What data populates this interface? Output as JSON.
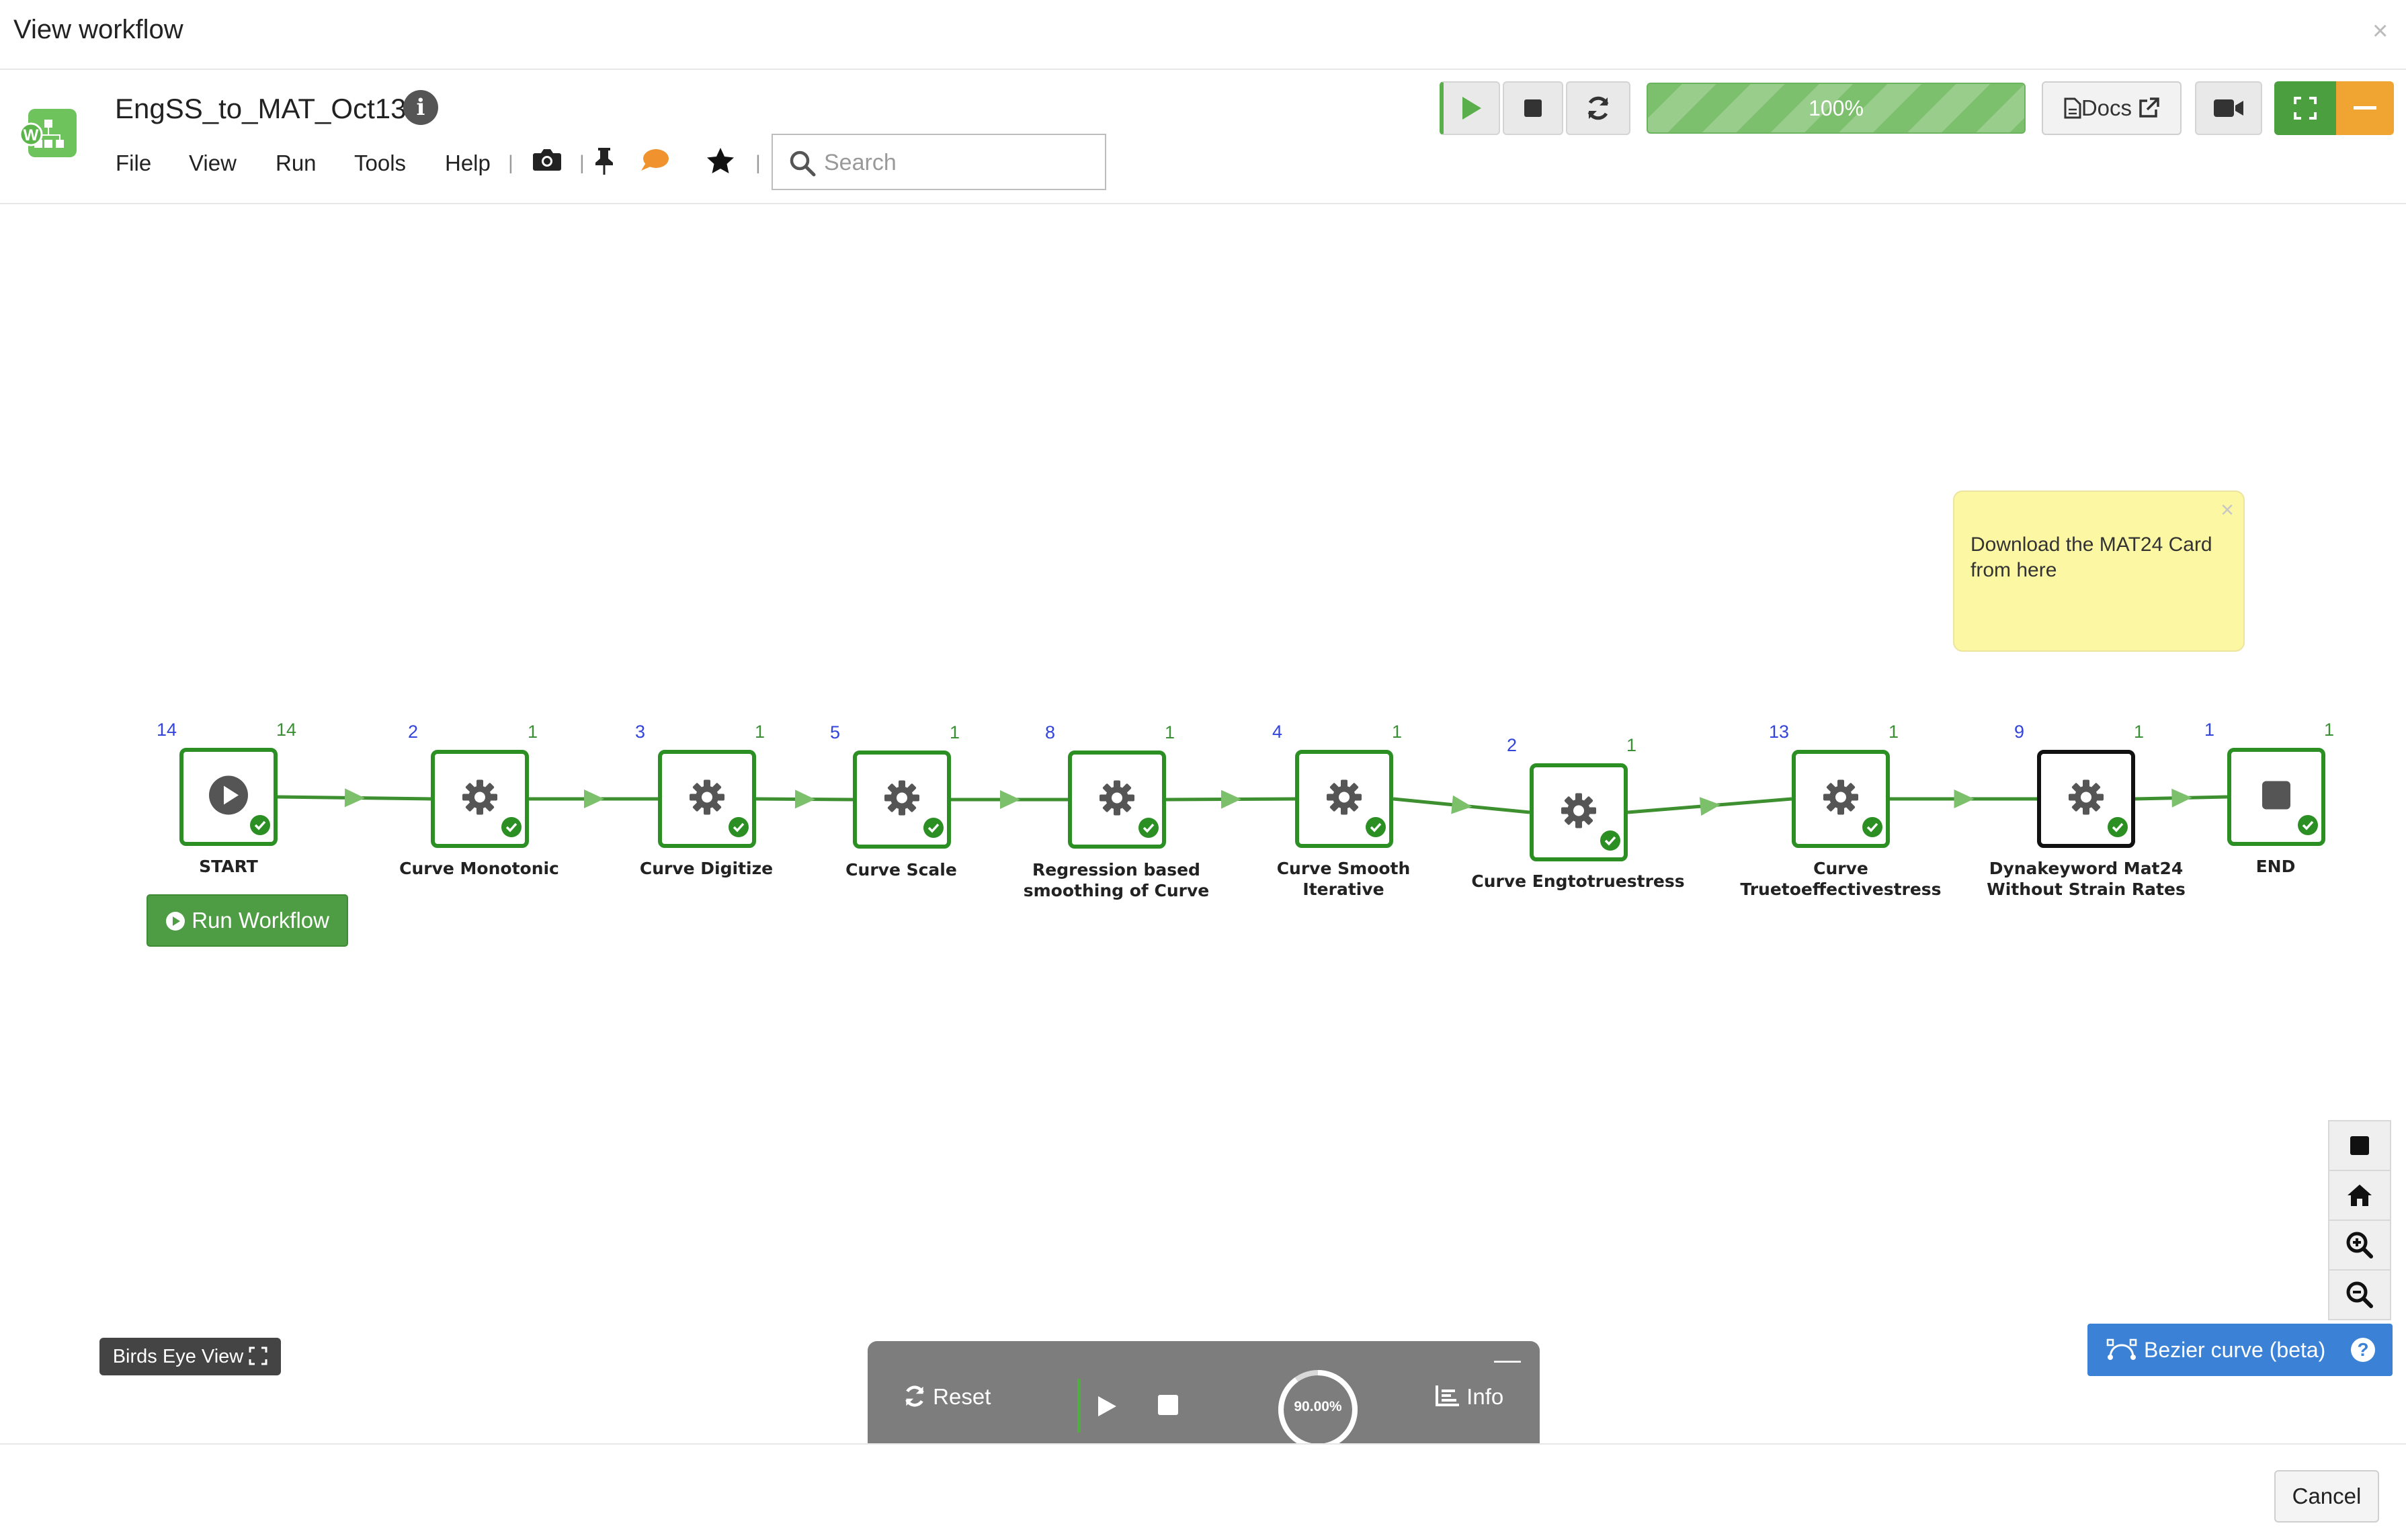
{
  "dialog": {
    "title": "View workflow",
    "close": "×",
    "cancel_label": "Cancel"
  },
  "workflow": {
    "name": "EngSS_to_MAT_Oct13",
    "logo_letter": "W"
  },
  "menu": {
    "items": [
      "File",
      "View",
      "Run",
      "Tools",
      "Help"
    ]
  },
  "search": {
    "placeholder": "Search",
    "value": ""
  },
  "toolbar": {
    "progress_label": "100%",
    "progress_fraction": 1.0,
    "docs_label": "Docs"
  },
  "nodes": [
    {
      "label": "START",
      "in_count": "14",
      "out_count": "14",
      "kind": "start"
    },
    {
      "label": "Curve Monotonic",
      "in_count": "2",
      "out_count": "1",
      "kind": "gear"
    },
    {
      "label": "Curve Digitize",
      "in_count": "3",
      "out_count": "1",
      "kind": "gear"
    },
    {
      "label": "Curve Scale",
      "in_count": "5",
      "out_count": "1",
      "kind": "gear"
    },
    {
      "label": "Regression based smoothing of Curve",
      "in_count": "8",
      "out_count": "1",
      "kind": "gear"
    },
    {
      "label": "Curve Smooth Iterative",
      "in_count": "4",
      "out_count": "1",
      "kind": "gear"
    },
    {
      "label": "Curve Engtotruestress",
      "in_count": "2",
      "out_count": "1",
      "kind": "gear"
    },
    {
      "label": "Curve Truetoeffectivestress",
      "in_count": "13",
      "out_count": "1",
      "kind": "gear"
    },
    {
      "label": "Dynakeyword Mat24 Without Strain Rates",
      "in_count": "9",
      "out_count": "1",
      "kind": "gear",
      "selected": true
    },
    {
      "label": "END",
      "in_count": "1",
      "out_count": "1",
      "kind": "end"
    }
  ],
  "canvas": {
    "run_workflow_label": "Run Workflow",
    "note_text": "Download the MAT24 Card from here",
    "note_close": "×",
    "birds_eye_label": "Birds Eye View",
    "bezier_label": "Bezier curve (beta)",
    "bezier_help": "?"
  },
  "run_panel": {
    "reset_label": "Reset",
    "progress_label": "90.00%",
    "progress_fraction": 0.9,
    "info_label": "Info"
  },
  "colors": {
    "node_border": "#2b8f24",
    "edge": "#3d8f2f",
    "arrow": "#7cc06c",
    "in_port": "#3344dd",
    "out_port": "#3b8f35",
    "note_bg": "#fbf7a3",
    "bezier_btn": "#3b82d6"
  }
}
